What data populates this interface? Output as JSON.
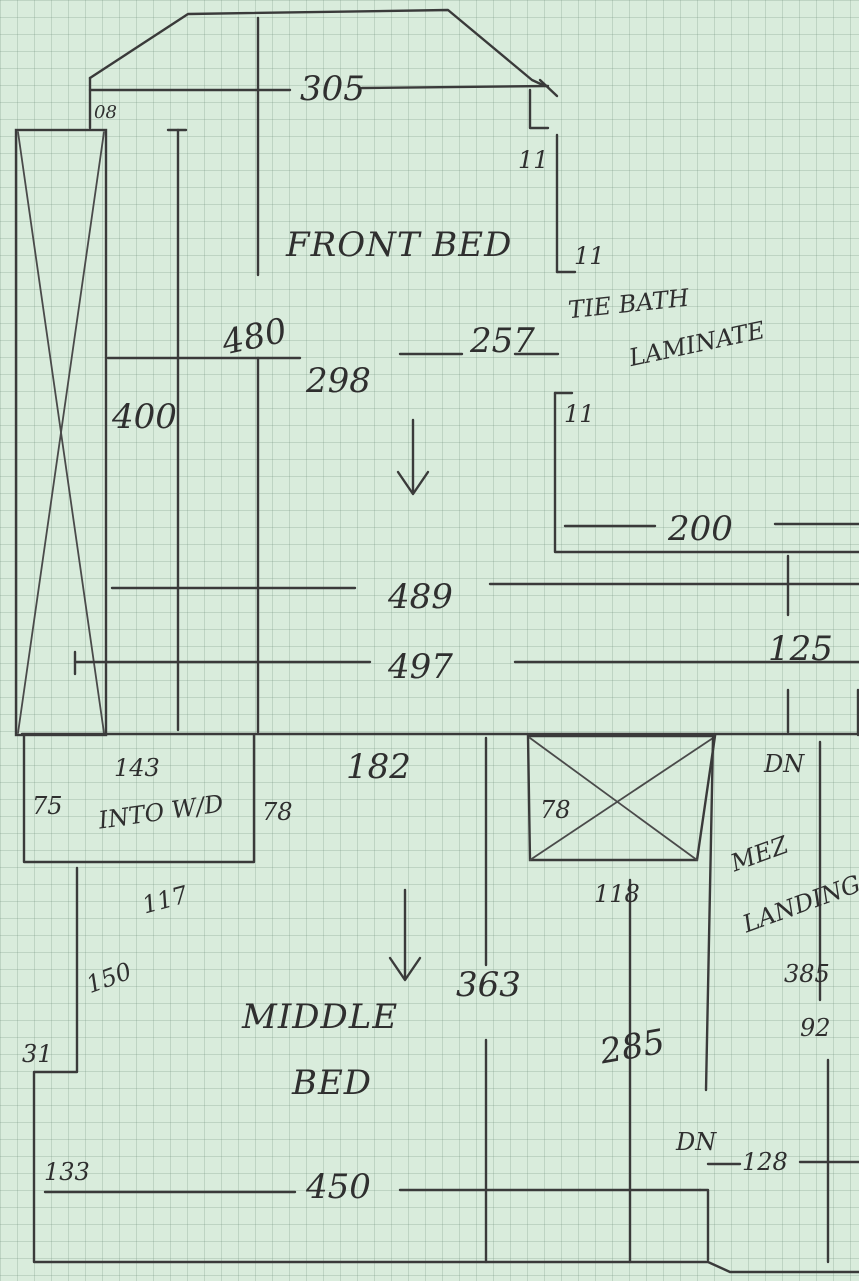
{
  "dimensions": {
    "d305": "305",
    "d08": "08",
    "d11a": "11",
    "d11b": "11",
    "d11c": "11",
    "d480": "480",
    "d298": "298",
    "d257": "257",
    "d400": "400",
    "d200": "200",
    "d489": "489",
    "d497": "497",
    "d125": "125",
    "d143": "143",
    "d75": "75",
    "d78a": "78",
    "d182": "182",
    "d78b": "78",
    "d118": "118",
    "d117": "117",
    "d150": "150",
    "d363": "363",
    "d285": "285",
    "d385": "385",
    "d92": "92",
    "d31": "31",
    "d133": "133",
    "d450": "450",
    "d128": "128"
  },
  "rooms": {
    "front_bed": "FRONT BED",
    "middle_bed_1": "MIDDLE",
    "middle_bed_2": "BED"
  },
  "notes": {
    "tie_bath": "TIE BATH",
    "laminate": "LAMINATE",
    "into_wd": "INTO W/D",
    "mez": "MEZ",
    "landing": "LANDING",
    "dn1": "DN",
    "dn2": "DN"
  }
}
